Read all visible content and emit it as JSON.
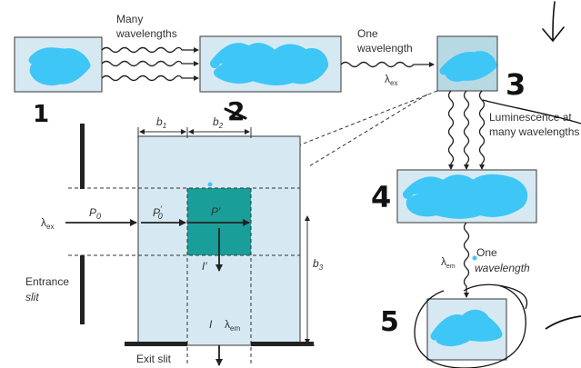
{
  "title": "Fluorescence spectrometer schematic with cell-geometry inset",
  "colors": {
    "box_fill": "#d6e9f2",
    "box_fill_dark": "#b7d9e3",
    "box_stroke": "#555555",
    "scribble": "#3ec6f6",
    "teal": "#1a9e9a",
    "ink": "#222222"
  },
  "flow": {
    "label_many_wavelengths_1": "Many",
    "label_many_wavelengths_2": "wavelengths",
    "label_one_wavelength_1": "One",
    "label_one_wavelength_2": "wavelength",
    "lambda_ex": "λ",
    "lambda_ex_sub": "ex",
    "luminescence_1": "Luminescence at",
    "luminescence_2": "many wavelengths",
    "lambda_em": "λ",
    "lambda_em_sub": "em",
    "one_1": "One",
    "one_2": "wavelength"
  },
  "handwritten_numbers": [
    "1",
    "2",
    "3",
    "4",
    "5"
  ],
  "inset": {
    "b1": "b",
    "b1_sub": "1",
    "b2": "b",
    "b2_sub": "2",
    "b3": "b",
    "b3_sub": "3",
    "lambda_ex": "λ",
    "lambda_ex_sub": "ex",
    "P0": "P",
    "P0_sub": "0",
    "P0prime": "P",
    "P0prime_sup": "′",
    "P0prime_sub": "0",
    "Pprime": "P′",
    "Iprime": "I′",
    "I": "I",
    "lambda_em": "λ",
    "lambda_em_sub": "em",
    "entrance_1": "Entrance",
    "entrance_2": "slit",
    "exit": "Exit slit"
  }
}
